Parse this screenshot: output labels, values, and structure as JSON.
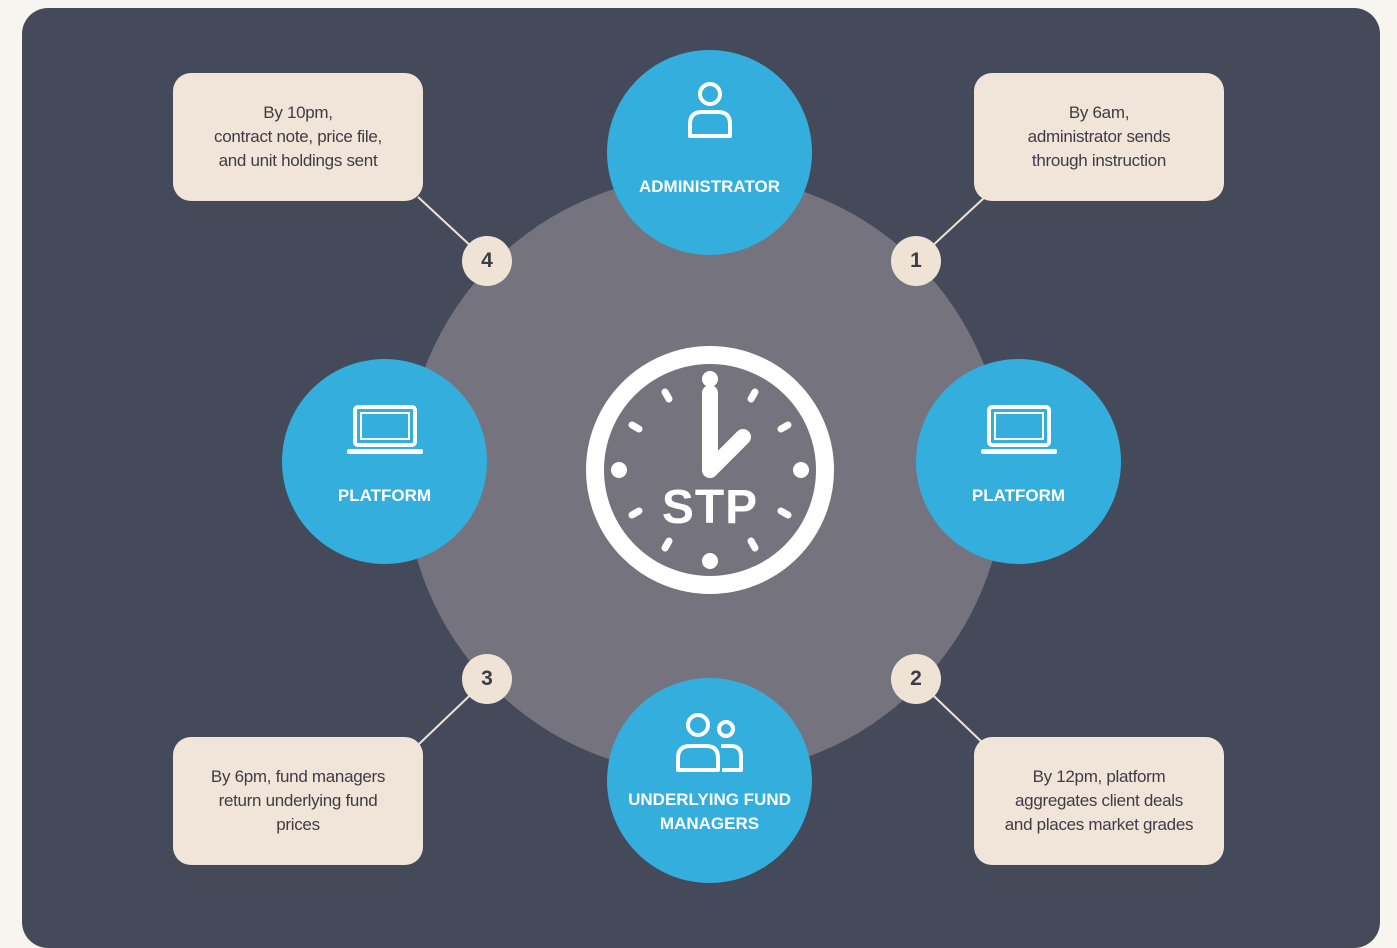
{
  "center": {
    "label": "STP",
    "icon": "clock-icon"
  },
  "nodes": {
    "top": {
      "label": "ADMINISTRATOR",
      "icon": "person-icon"
    },
    "right": {
      "label": "PLATFORM",
      "icon": "laptop-icon"
    },
    "bottom": {
      "label": "UNDERLYING FUND\nMANAGERS",
      "icon": "people-icon"
    },
    "left": {
      "label": "PLATFORM",
      "icon": "laptop-icon"
    }
  },
  "steps": [
    {
      "number": "1",
      "text": "By 6am,\nadministrator sends\nthrough instruction"
    },
    {
      "number": "2",
      "text": "By 12pm, platform\naggregates client deals\nand places market grades"
    },
    {
      "number": "3",
      "text": "By 6pm, fund managers\nreturn underlying fund\nprices"
    },
    {
      "number": "4",
      "text": "By 10pm,\ncontract  note, price file,\nand unit holdings sent"
    }
  ],
  "colors": {
    "background": "#f8f4ef",
    "panel": "#444a59",
    "ring": "#75737e",
    "node": "#33aedd",
    "box": "#f0e5d8",
    "text_dark": "#3d3d45"
  }
}
